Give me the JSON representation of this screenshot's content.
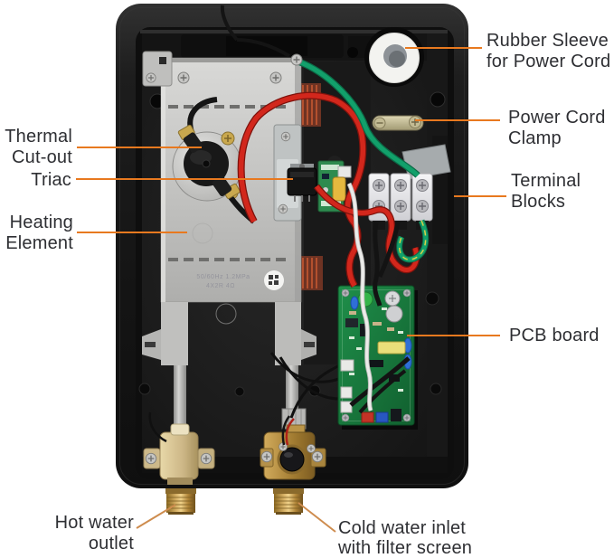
{
  "diagram": {
    "subject": "tankless-electric-water-heater-internal-view",
    "colors": {
      "background": "#FFFFFF",
      "leader_line": "#E8791F",
      "leader_line_diagonal": "#CE8C4E",
      "label_text": "#2E2F33",
      "case_black": "#171717",
      "tank_silver": "#C6C6C4",
      "pcb_green": "#1A7C3F",
      "wire_red": "#CC2018",
      "wire_ground_green": "#12A06B",
      "brass": "#B68D3E",
      "terminal_white": "#E9E9ED"
    },
    "labels": {
      "rubber_sleeve": "Rubber Sleeve\nfor Power Cord",
      "power_cord_clamp": "Power Cord\nClamp",
      "terminal_blocks": "Terminal\nBlocks",
      "pcb_board": "PCB board",
      "thermal_cutout": "Thermal\nCut-out",
      "triac": "Triac",
      "heating_element": "Heating\nElement",
      "hot_water_outlet": "Hot water\noutlet",
      "cold_water_inlet": "Cold water inlet\nwith filter screen"
    },
    "tank_marking": {
      "line1": "50/60Hz 1.2MPa",
      "line2": "4X2R 4Ω"
    }
  }
}
